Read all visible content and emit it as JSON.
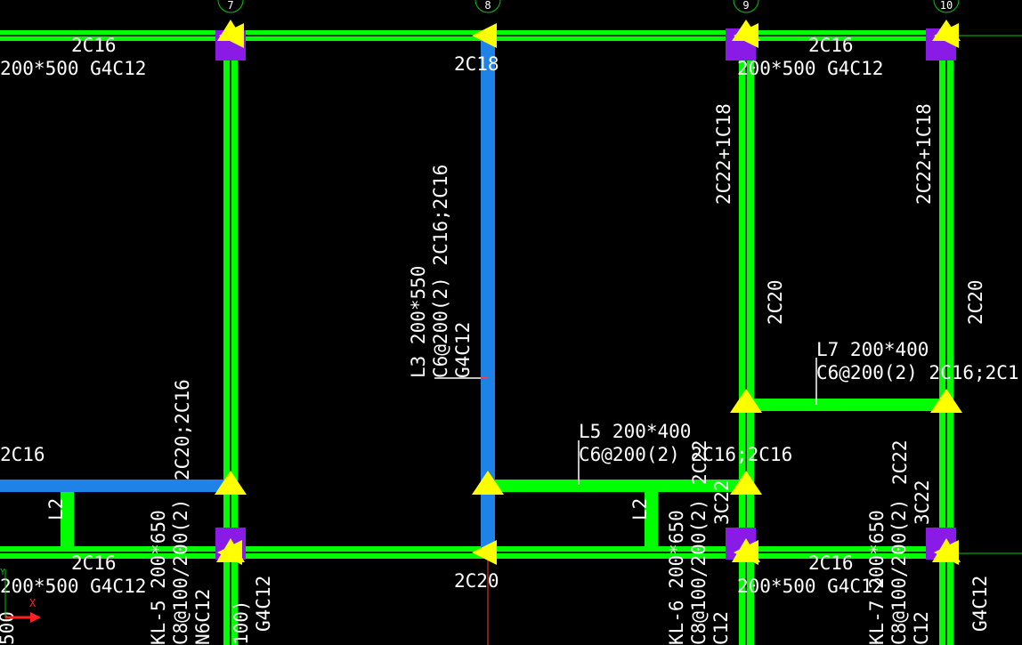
{
  "drawing": {
    "colors": {
      "background": "#000000",
      "beam_green": "#00ff00",
      "beam_blue": "#1e82e6",
      "column_purple": "#8a1ae6",
      "support_yellow": "#ffff00",
      "text_white": "#ffffff",
      "leader_red": "#ff3a3a"
    },
    "grid_axes": [
      "7",
      "8",
      "9",
      "10"
    ],
    "annotations": {
      "top_left_rebar": "2C16",
      "top_left_section": "200*500  G4C12",
      "axis8_top_rebar": "2C18",
      "axis9_vertical_rebar": "2C22+1C18",
      "axis9_section": "200*500  G4C12",
      "axis10_vertical_rebar": "2C22+1C18",
      "top_right_rebar": "2C16",
      "axis9_mid_rebar": "2C20",
      "axis10_mid_rebar": "2C20",
      "l3_title": "L3  200*550",
      "l3_stirrup": "C6@200(2)  2C16;2C16",
      "l3_torsion": "G4C12",
      "l7_title": "L7  200*400",
      "l7_stirrup": "C6@200(2)  2C16;2C1",
      "l5_title": "L5  200*400",
      "l5_stirrup": "C6@200(2)  2C16;2C16",
      "left_mid_rebar": "2C16",
      "axis7_vertical_rebar": "2C20;2C16",
      "l2_left": "L2",
      "l2_mid": "L2",
      "axis9_top2c22": "2C22",
      "axis9_bottom3c22": "3C22",
      "axis10_top2c22": "2C22",
      "axis10_bottom3c22": "3C22",
      "bottom_left_rebar": "2C16",
      "bottom_left_section": "200*500  G4C12",
      "kl5": "KL-5  200*650",
      "kl5_stirrup": "C8@100/200(2)",
      "kl5_torsion": "N6C12",
      "axis7_bottom_g4c12": "G4C12",
      "axis7_bottom_100": "100)",
      "axis8_bottom_rebar": "2C20",
      "kl6": "KL-6  200*650",
      "kl6_stirrup": "C8@100/200(2)",
      "kl6_torsion": "C12",
      "axis9_bottom_rebar": "2C16",
      "axis9_bottom_section": "200*500  G4C12",
      "kl7": "KL-7  200*650",
      "kl7_stirrup": "C8@100/200(2)",
      "kl7_torsion": "C12",
      "axis10_bottom_g4c12": "G4C12",
      "left_edge_partial": "500",
      "ucs_x": "X",
      "ucs_y": "Y"
    }
  }
}
